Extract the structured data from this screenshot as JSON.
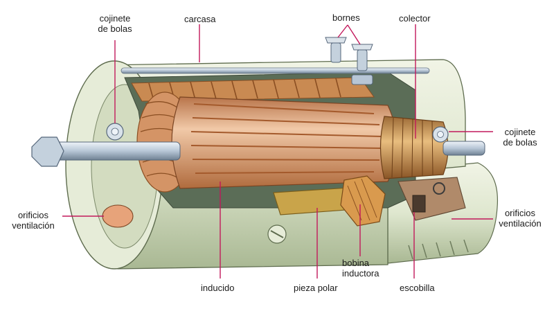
{
  "labels": {
    "cojinete_left": [
      "cojinete",
      "de bolas"
    ],
    "carcasa": "carcasa",
    "bornes": "bornes",
    "colector": "colector",
    "cojinete_right": [
      "cojinete",
      "de bolas"
    ],
    "orificios_left": [
      "orificios",
      "ventilación"
    ],
    "orificios_right": [
      "orificios",
      "ventilación"
    ],
    "inducido": "inducido",
    "pieza_polar": "pieza polar",
    "bobina_inductora": [
      "bobina",
      "inductora"
    ],
    "escobilla": "escobilla"
  },
  "colors": {
    "leader": "#c2185b",
    "housing": "#dfe7cf",
    "housing_shade": "#b9c6a6",
    "copper": "#c98a52",
    "copper_dark": "#8a4e22",
    "armature": "#e8b998",
    "shaft": "#b7c6d6",
    "pole_piece": "#c9a44a",
    "brush_block": "#b08a6a"
  }
}
